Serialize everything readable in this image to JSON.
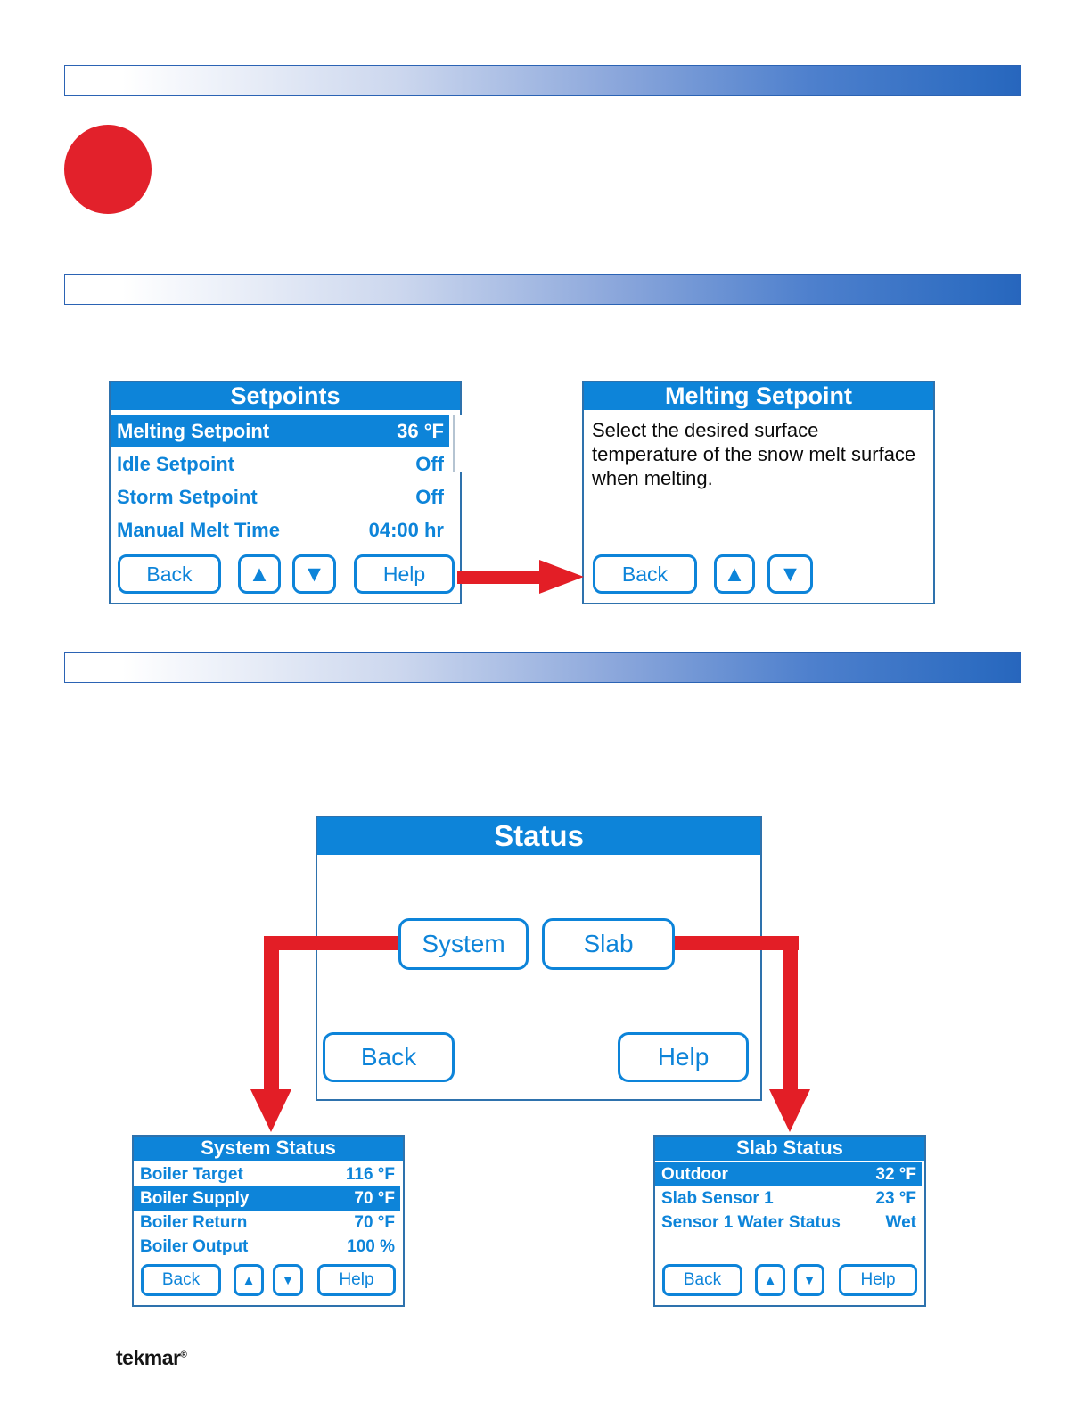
{
  "page": {
    "brand_logo": "tekmar",
    "brand_reg_mark": "®"
  },
  "colors": {
    "device_blue": "#0d84d9",
    "screen_border_blue": "#2e72ad",
    "gradient_bar_blue": "#2d6cc1",
    "arrow_red": "#e31e26"
  },
  "icons": {
    "up_arrow": "▲",
    "down_arrow": "▼"
  },
  "setpoints_screen": {
    "title": "Setpoints",
    "rows": [
      {
        "label": "Melting Setpoint",
        "value": "36 °F",
        "highlighted": true
      },
      {
        "label": "Idle Setpoint",
        "value": "Off",
        "highlighted": false
      },
      {
        "label": "Storm Setpoint",
        "value": "Off",
        "highlighted": false
      },
      {
        "label": "Manual Melt Time",
        "value": "04:00 hr",
        "highlighted": false
      }
    ],
    "buttons": {
      "back": "Back",
      "help": "Help"
    }
  },
  "melting_setpoint_screen": {
    "title": "Melting Setpoint",
    "body_lines": [
      "Select the desired surface",
      "temperature of the snow melt surface",
      "when melting."
    ],
    "buttons": {
      "back": "Back"
    }
  },
  "status_screen": {
    "title": "Status",
    "buttons": {
      "system": "System",
      "slab": "Slab",
      "back": "Back",
      "help": "Help"
    }
  },
  "system_status_screen": {
    "title": "System Status",
    "rows": [
      {
        "label": "Boiler Target",
        "value": "116 °F",
        "highlighted": false
      },
      {
        "label": "Boiler Supply",
        "value": "70 °F",
        "highlighted": true
      },
      {
        "label": "Boiler Return",
        "value": "70 °F",
        "highlighted": false
      },
      {
        "label": "Boiler Output",
        "value": "100 %",
        "highlighted": false
      }
    ],
    "buttons": {
      "back": "Back",
      "help": "Help"
    }
  },
  "slab_status_screen": {
    "title": "Slab Status",
    "rows": [
      {
        "label": "Outdoor",
        "value": "32 °F",
        "highlighted": true
      },
      {
        "label": "Slab Sensor 1",
        "value": "23 °F",
        "highlighted": false
      },
      {
        "label": "Sensor 1 Water Status",
        "value": "Wet",
        "highlighted": false
      }
    ],
    "buttons": {
      "back": "Back",
      "help": "Help"
    }
  }
}
